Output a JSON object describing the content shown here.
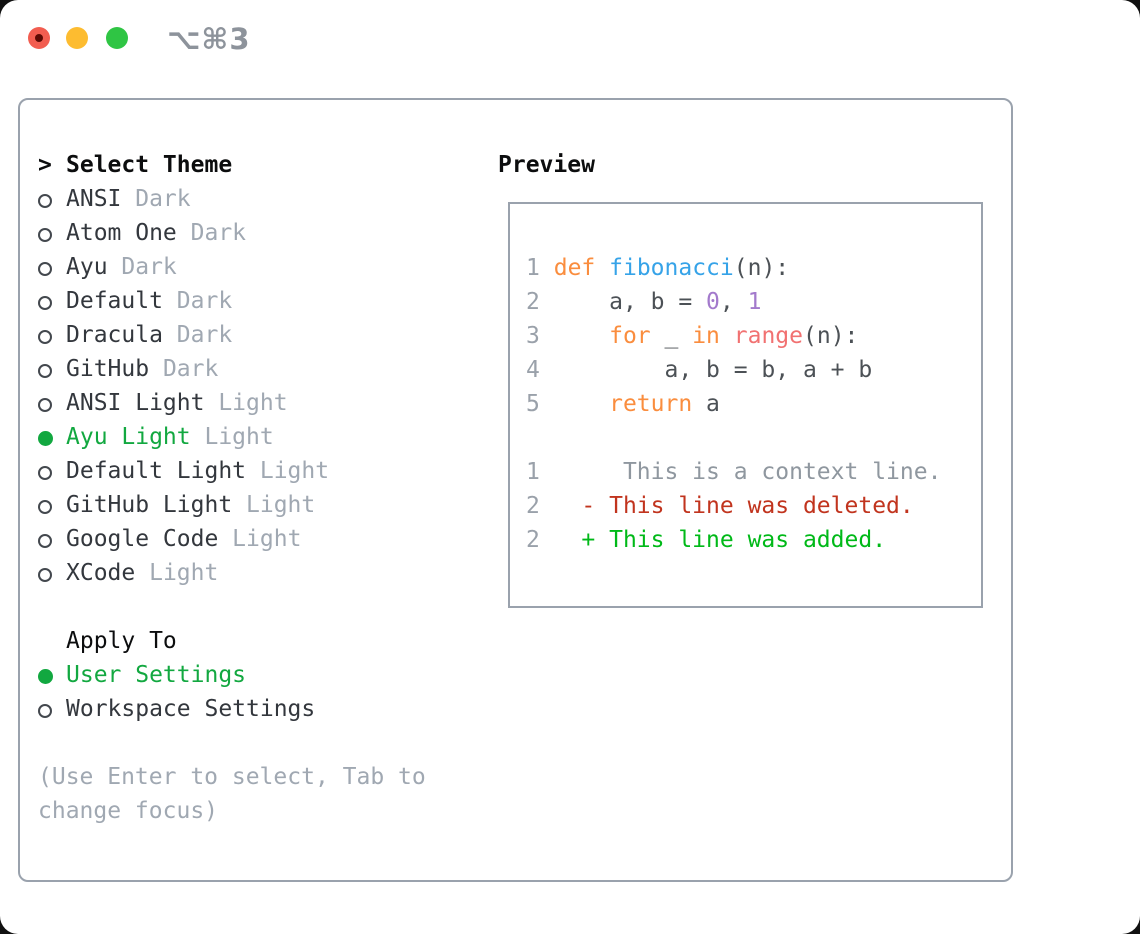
{
  "titlebar": {
    "title": "⌥⌘3"
  },
  "theme_panel": {
    "heading_marker": ">",
    "heading": "Select Theme",
    "themes": [
      {
        "name": "ANSI",
        "variant": "Dark",
        "selected": false
      },
      {
        "name": "Atom One",
        "variant": "Dark",
        "selected": false
      },
      {
        "name": "Ayu",
        "variant": "Dark",
        "selected": false
      },
      {
        "name": "Default",
        "variant": "Dark",
        "selected": false
      },
      {
        "name": "Dracula",
        "variant": "Dark",
        "selected": false
      },
      {
        "name": "GitHub",
        "variant": "Dark",
        "selected": false
      },
      {
        "name": "ANSI Light",
        "variant": "Light",
        "selected": false
      },
      {
        "name": "Ayu Light",
        "variant": "Light",
        "selected": true
      },
      {
        "name": "Default Light",
        "variant": "Light",
        "selected": false
      },
      {
        "name": "GitHub Light",
        "variant": "Light",
        "selected": false
      },
      {
        "name": "Google Code",
        "variant": "Light",
        "selected": false
      },
      {
        "name": "XCode",
        "variant": "Light",
        "selected": false
      }
    ],
    "apply_heading": "Apply To",
    "apply_options": [
      {
        "label": "User Settings",
        "selected": true
      },
      {
        "label": "Workspace Settings",
        "selected": false
      }
    ],
    "hint_line1": "(Use Enter to select, Tab to",
    "hint_line2": "change focus)"
  },
  "preview": {
    "heading": "Preview",
    "lines": [
      {
        "num": "1",
        "tokens": [
          {
            "t": " ",
            "c": "fg"
          },
          {
            "t": "def",
            "c": "kw"
          },
          {
            "t": " ",
            "c": "fg"
          },
          {
            "t": "fibonacci",
            "c": "fn"
          },
          {
            "t": "(n):",
            "c": "fg"
          }
        ]
      },
      {
        "num": "2",
        "tokens": [
          {
            "t": "     a, b = ",
            "c": "fg"
          },
          {
            "t": "0",
            "c": "num"
          },
          {
            "t": ", ",
            "c": "fg"
          },
          {
            "t": "1",
            "c": "num"
          }
        ]
      },
      {
        "num": "3",
        "tokens": [
          {
            "t": "     ",
            "c": "fg"
          },
          {
            "t": "for",
            "c": "kw"
          },
          {
            "t": " _ ",
            "c": "fg"
          },
          {
            "t": "in",
            "c": "kw"
          },
          {
            "t": " ",
            "c": "fg"
          },
          {
            "t": "range",
            "c": "call"
          },
          {
            "t": "(n):",
            "c": "fg"
          }
        ]
      },
      {
        "num": "4",
        "tokens": [
          {
            "t": "         a, b = b, a + b",
            "c": "fg"
          }
        ]
      },
      {
        "num": "5",
        "tokens": [
          {
            "t": "     ",
            "c": "fg"
          },
          {
            "t": "return",
            "c": "kw"
          },
          {
            "t": " a",
            "c": "fg"
          }
        ]
      },
      {
        "blank": true
      },
      {
        "num": "1",
        "tokens": [
          {
            "t": "      This is a context line.",
            "c": "ctx"
          }
        ]
      },
      {
        "num": "2",
        "tokens": [
          {
            "t": "   - This line was deleted.",
            "c": "del"
          }
        ]
      },
      {
        "num": "2",
        "tokens": [
          {
            "t": "   + This line was added.",
            "c": "add"
          }
        ]
      }
    ]
  },
  "colors": {
    "page_bg": "#111111",
    "window_bg": "#ffffff",
    "border": "#9aa2ad",
    "title_gray": "#8d939b",
    "text_dark": "#33373d",
    "text_black": "#0c0d0e",
    "muted": "#a0a8b2",
    "green_selected": "#12a840",
    "radio_outline": "#43484e",
    "traffic_red": "#f25d50",
    "traffic_red_dot": "#5c0a04",
    "traffic_yellow": "#fdbc30",
    "traffic_green": "#2fc544",
    "ln": "#9aa1aa",
    "code_fg": "#4c5156",
    "kw": "#fa8d3e",
    "fn": "#36a3e8",
    "call": "#f17171",
    "numc": "#a37acc",
    "ctx": "#8f979f",
    "del": "#c1341e",
    "add": "#00b918"
  }
}
